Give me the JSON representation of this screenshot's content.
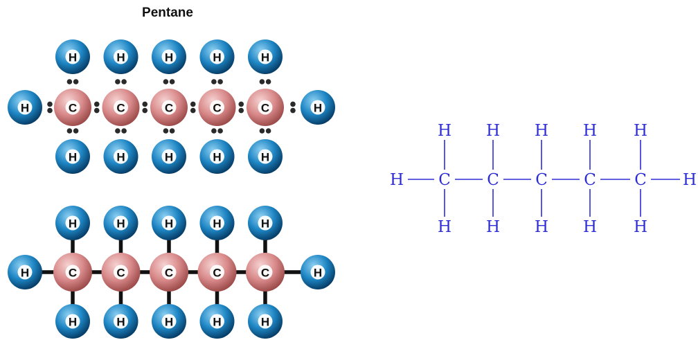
{
  "title": "Pentane",
  "atoms": {
    "carbon": "C",
    "hydrogen": "H"
  },
  "colors": {
    "carbon_light": "#f6d2d2",
    "carbon_mid": "#d98a8a",
    "carbon_dark": "#9c4a4a",
    "hydrogen_light": "#8fd0f2",
    "hydrogen_mid": "#1e86c4",
    "hydrogen_dark": "#063c66",
    "bond": "#111111",
    "electron": "#2a2a2a",
    "structural": "#2d2dd6"
  },
  "models": [
    {
      "name": "electron-dot-model",
      "bond_style": "electron-pairs"
    },
    {
      "name": "ball-and-stick-model",
      "bond_style": "sticks"
    }
  ],
  "structural_formula": {
    "carbon_count": 5
  }
}
